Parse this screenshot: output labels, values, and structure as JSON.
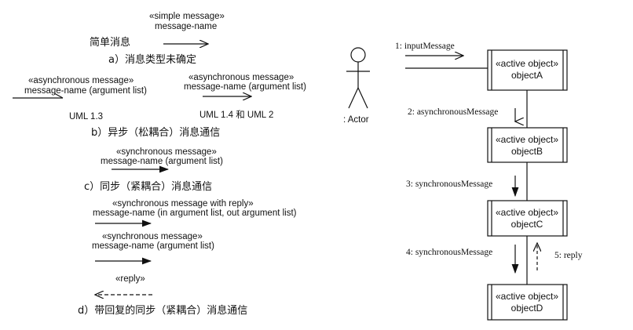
{
  "left_panel": {
    "a": {
      "stereotype": "«simple message»",
      "name": "message-name",
      "left_label": "简单消息",
      "caption": "a）消息类型未确定"
    },
    "b": {
      "left_stereotype": "«asynchronous message»",
      "left_name": "message-name (argument list)",
      "left_version": "UML 1.3",
      "right_stereotype": "«asynchronous message»",
      "right_name": "message-name (argument list)",
      "right_version": "UML 1.4 和 UML 2",
      "caption": "b）异步（松耦合）消息通信"
    },
    "c": {
      "stereotype": "«synchronous message»",
      "name": "message-name (argument list)",
      "caption": "c）同步（紧耦合）消息通信"
    },
    "d": {
      "reply_stereotype": "«synchronous message with reply»",
      "reply_name": "message-name (in argument list, out argument list)",
      "sync_stereotype": "«synchronous message»",
      "sync_name": "message-name (argument list)",
      "reply_label": "«reply»",
      "caption": "d）带回复的同步（紧耦合）消息通信"
    }
  },
  "right_panel": {
    "actor_label": ": Actor",
    "messages": [
      {
        "label": "1: inputMessage"
      },
      {
        "label": "2: asynchronousMessage"
      },
      {
        "label": "3: synchronousMessage"
      },
      {
        "label": "4: synchronousMessage"
      },
      {
        "label": "5: reply"
      }
    ],
    "objects": [
      {
        "stereotype": "«active object»",
        "name": "objectA"
      },
      {
        "stereotype": "«active object»",
        "name": "objectB"
      },
      {
        "stereotype": "«active object»",
        "name": "objectC"
      },
      {
        "stereotype": "«active object»",
        "name": "objectD"
      }
    ]
  }
}
